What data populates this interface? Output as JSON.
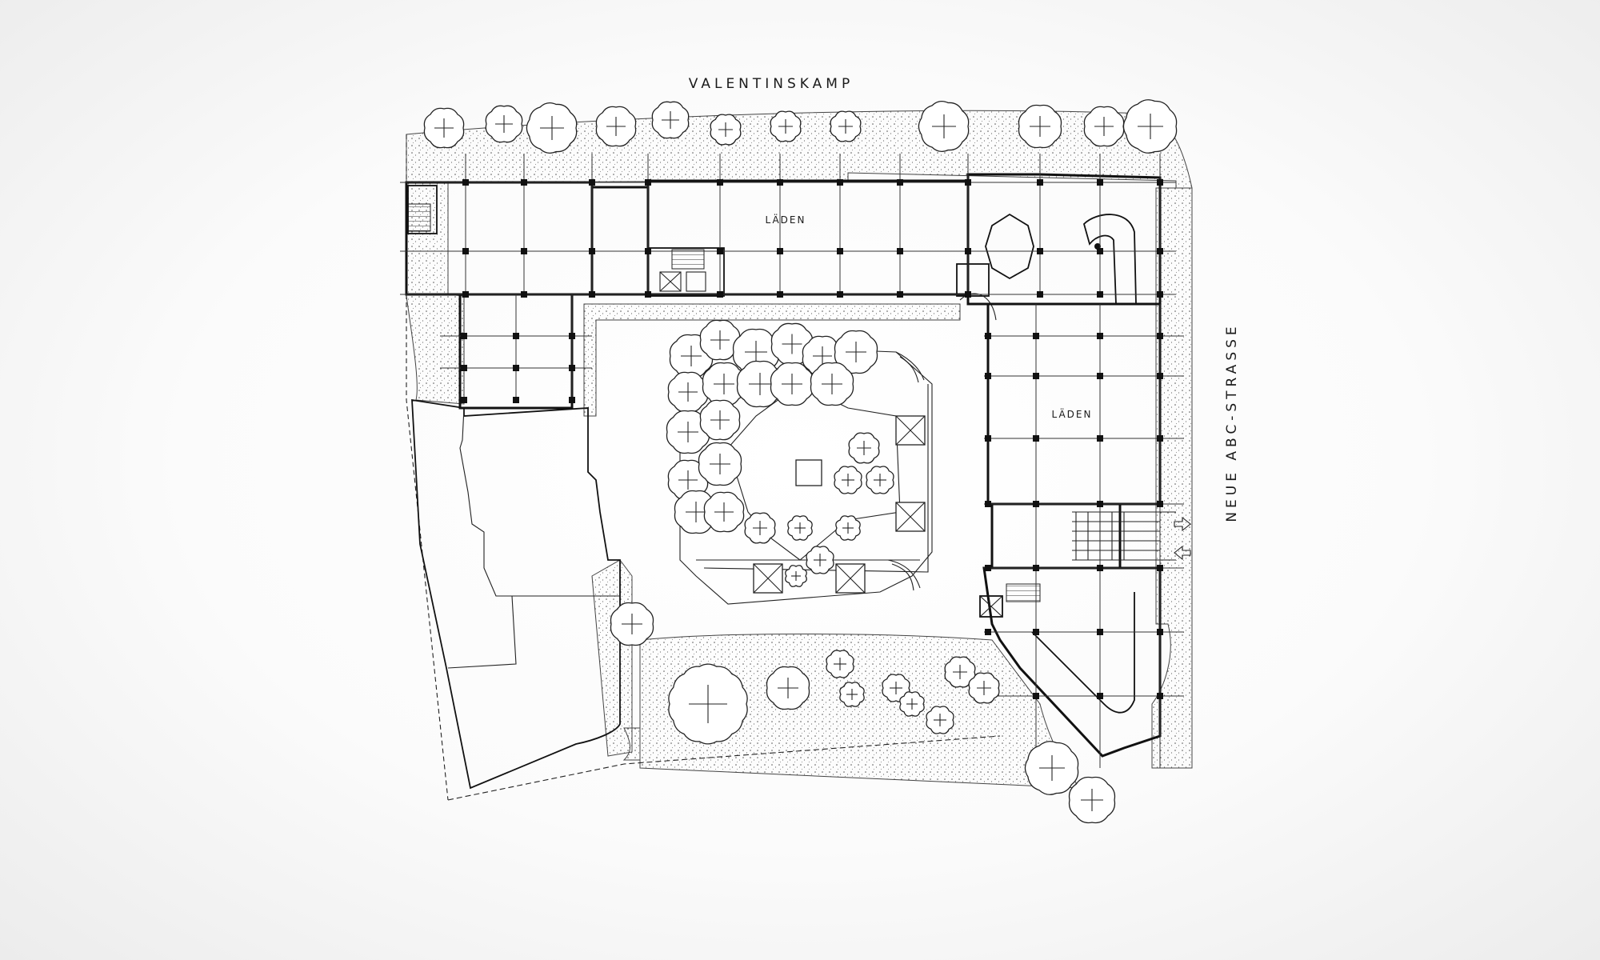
{
  "streets": {
    "north": "VALENTINSKAMP",
    "east": "NEUE ABC-STRASSE"
  },
  "rooms": [
    {
      "label": "LÄDEN"
    },
    {
      "label": "LÄDEN"
    }
  ]
}
